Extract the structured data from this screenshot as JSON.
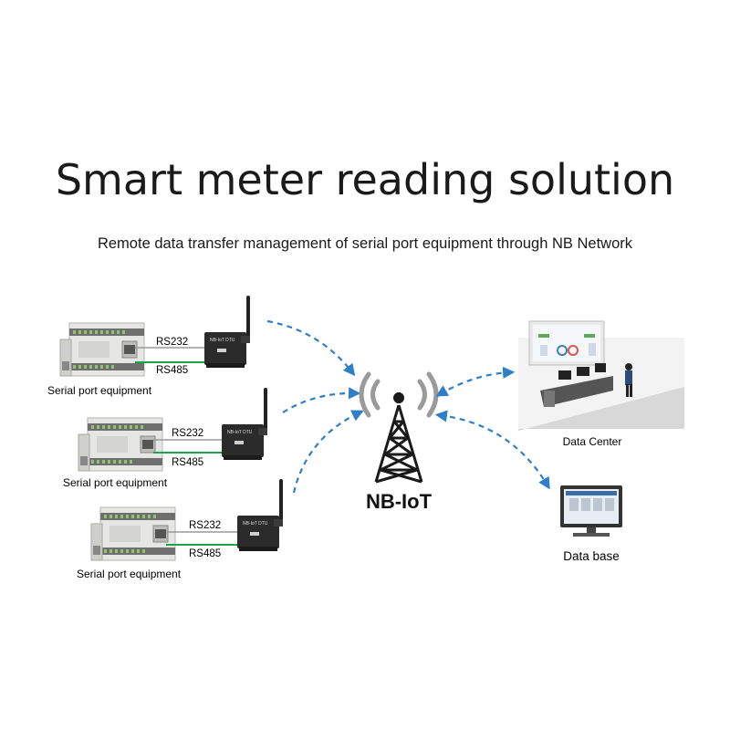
{
  "title": "Smart meter reading solution",
  "subtitle": "Remote data transfer management of serial port equipment through NB Network",
  "groups": [
    {
      "rs232": "RS232",
      "rs485": "RS485",
      "equipment_label": "Serial port equipment",
      "device_text": "NB-IoT DTU"
    },
    {
      "rs232": "RS232",
      "rs485": "RS485",
      "equipment_label": "Serial port equipment",
      "device_text": "NB-IoT DTU"
    },
    {
      "rs232": "RS232",
      "rs485": "RS485",
      "equipment_label": "Serial port equipment",
      "device_text": "NB-IoT DTU"
    }
  ],
  "tower_label": "NB-IoT",
  "data_center_label": "Data Center",
  "database_label": "Data base",
  "colors": {
    "arrow": "#2f7fc8",
    "rs485_line": "#1fa34a",
    "rs232_line": "#9a9a9a",
    "device": "#2b2b2b",
    "tower": "#1a1a1a",
    "signal": "#9a9a9a"
  }
}
